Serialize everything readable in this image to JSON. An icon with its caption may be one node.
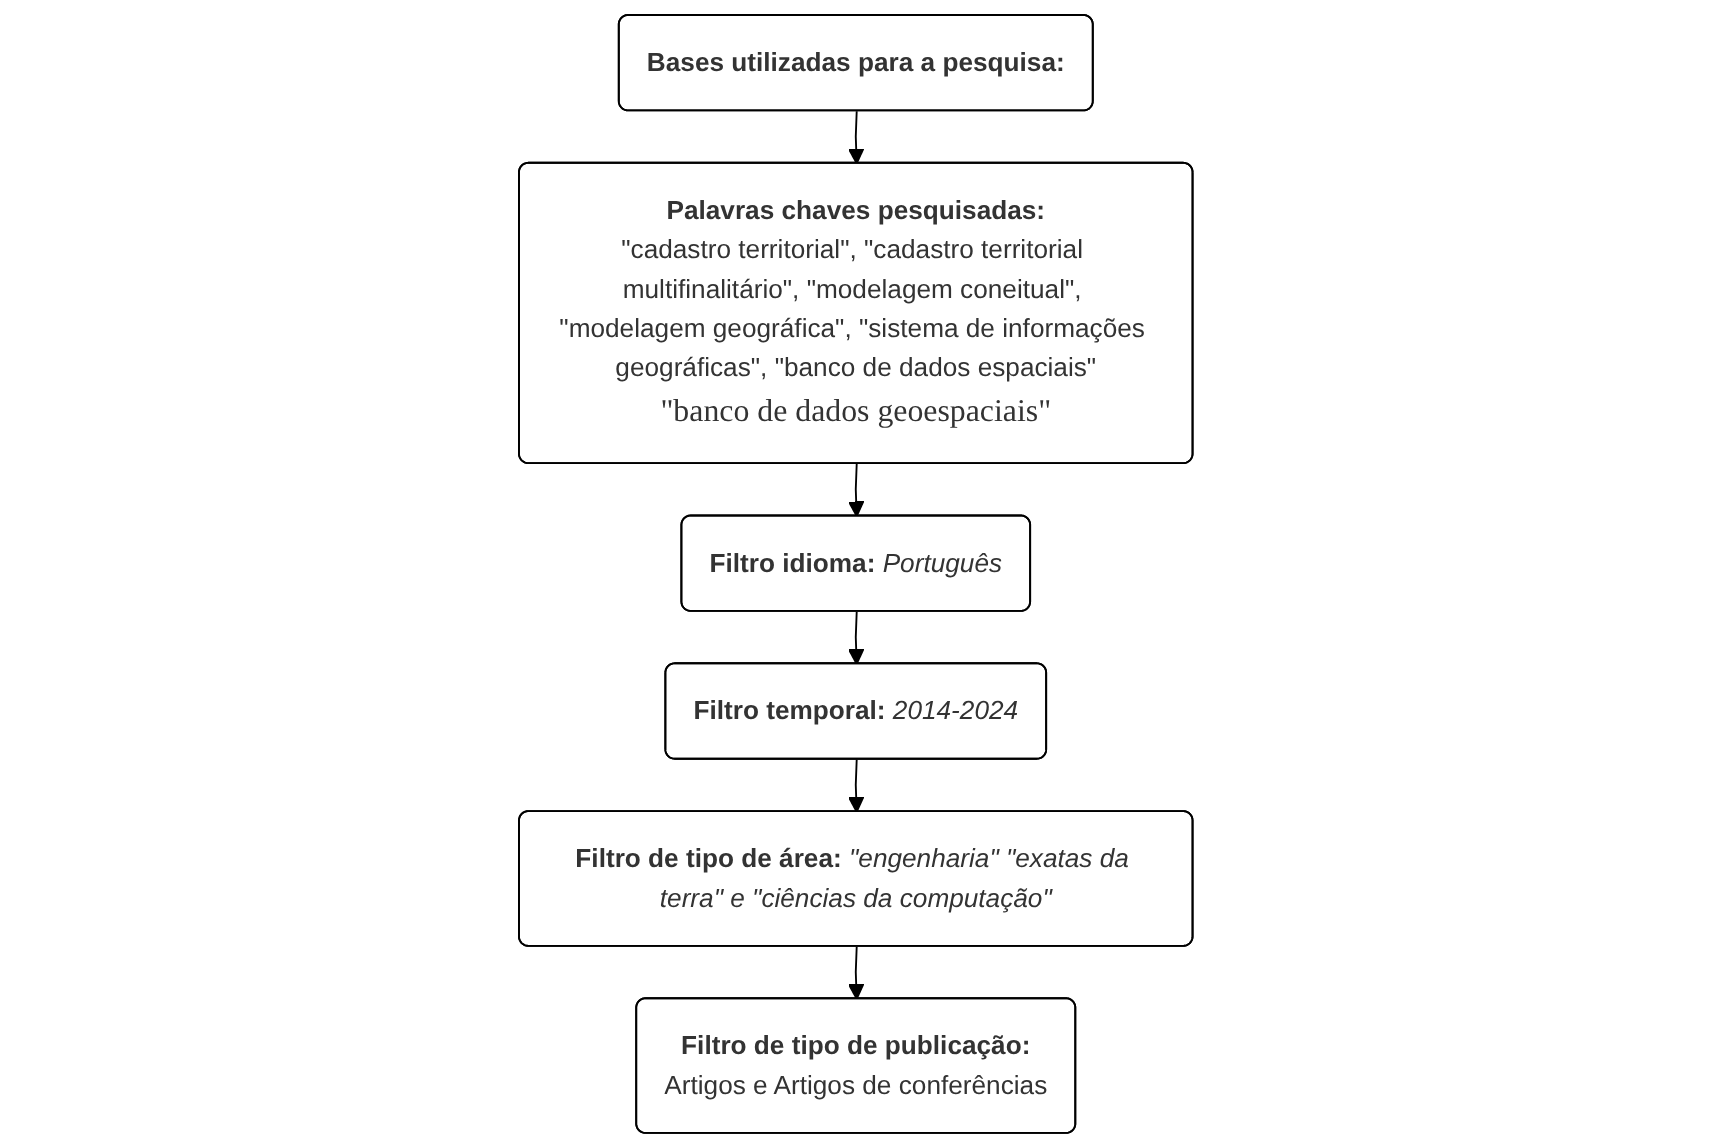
{
  "diagram": {
    "nodes": [
      {
        "text": [
          "Bases utilizadas para a pesquisa:"
        ]
      },
      {
        "text": [
          "Palavras chaves pesquisadas:",
          "\"cadastro territorial\", \"cadastro territorial multifinalitário\", \"modelagem coneitual\", \"modelagem geográfica\", \"sistema de informações geográficas\", \"banco de dados espaciais\"",
          "\"banco de dados geoespaciais\""
        ]
      },
      {
        "text": [
          "Filtro idioma:",
          "Português"
        ]
      },
      {
        "text": [
          "Filtro temporal:",
          "2014-2024"
        ]
      },
      {
        "text": [
          "Filtro de tipo de área:",
          "\"engenharia\" \"exatas da terra\" e \"ciências da computação\""
        ]
      },
      {
        "text": [
          "Filtro de tipo de publicação:",
          "Artigos e  Artigos de conferências"
        ]
      }
    ],
    "edges": [
      {
        "from": 0,
        "to": 1,
        "arrow": "to"
      },
      {
        "from": 1,
        "to": 2,
        "arrow": "to"
      },
      {
        "from": 2,
        "to": 3,
        "arrow": "to"
      },
      {
        "from": 3,
        "to": 4,
        "arrow": "to"
      },
      {
        "from": 4,
        "to": 5,
        "arrow": "to"
      }
    ]
  }
}
